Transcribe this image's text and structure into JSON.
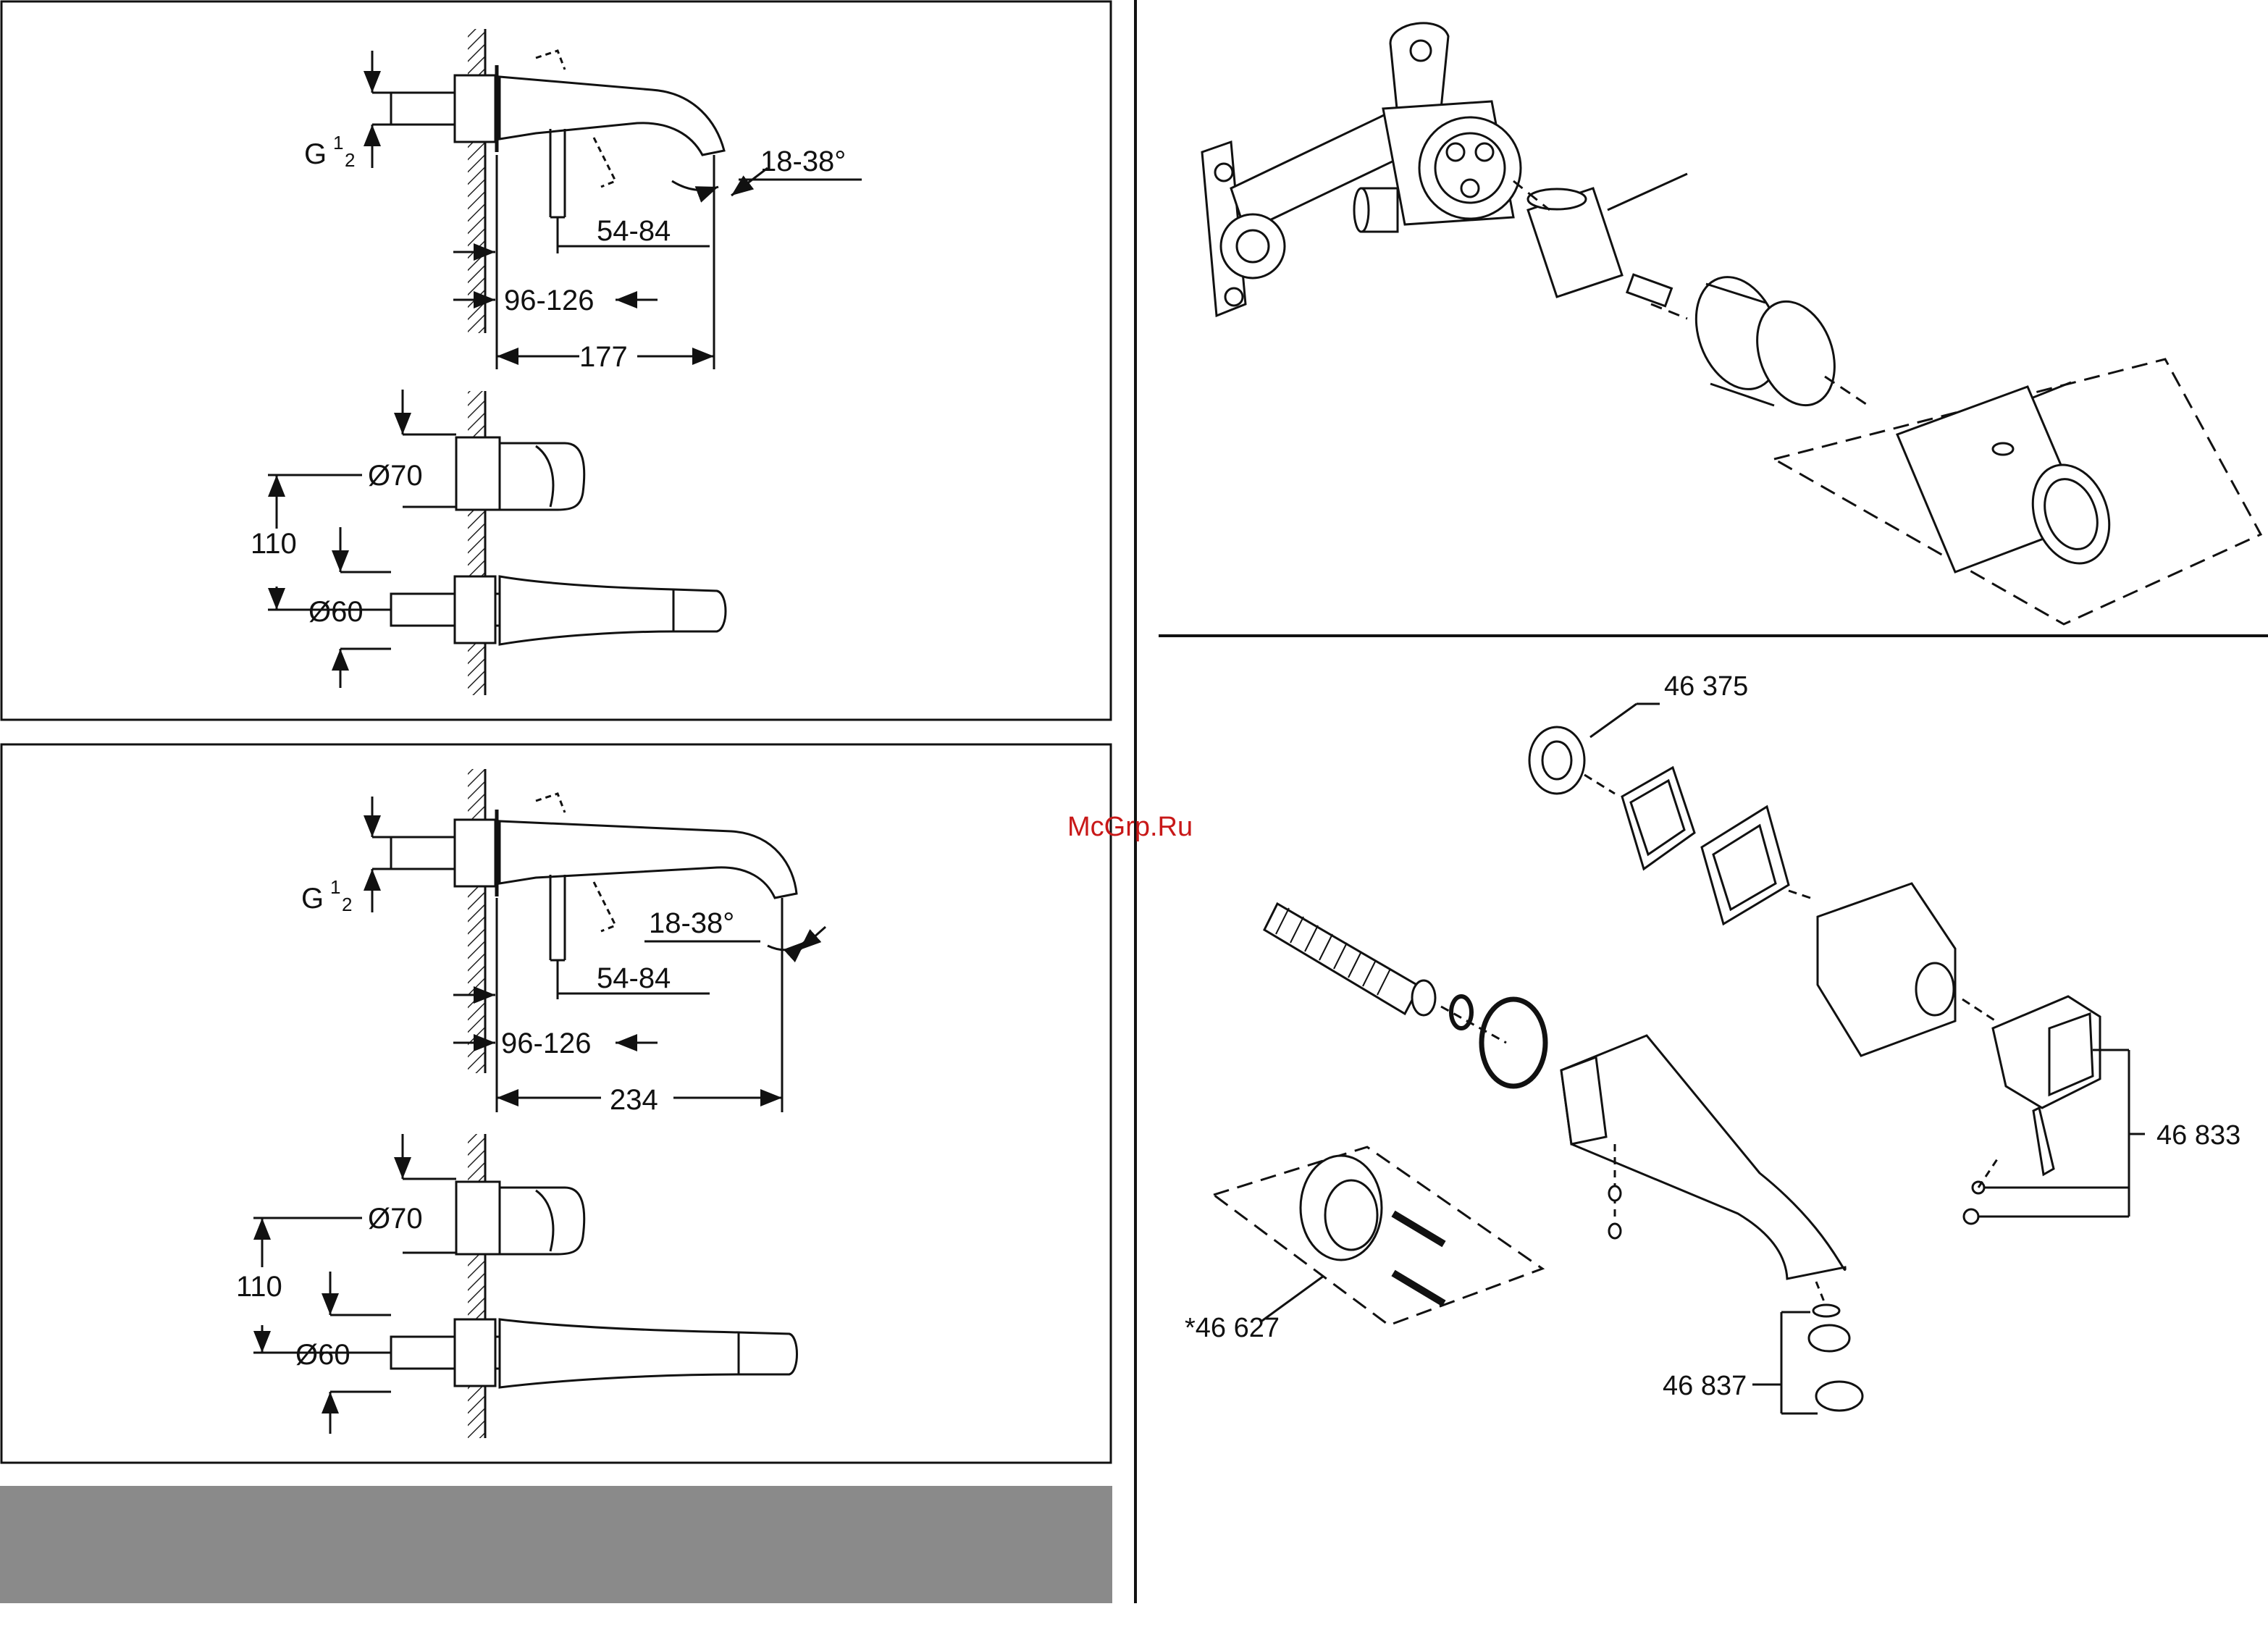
{
  "panel1": {
    "thread": {
      "g": "G",
      "num": "1",
      "den": "2"
    },
    "angle": "18-38°",
    "dim_54_84": "54-84",
    "dim_96_126": "96-126",
    "projection": "177",
    "diam_70": "Ø70",
    "center_dist": "110",
    "diam_60": "Ø60"
  },
  "panel2": {
    "thread": {
      "g": "G",
      "num": "1",
      "den": "2"
    },
    "angle": "18-38°",
    "dim_54_84": "54-84",
    "dim_96_126": "96-126",
    "projection": "234",
    "diam_70": "Ø70",
    "center_dist": "110",
    "diam_60": "Ø60"
  },
  "parts": {
    "cap": "46 375",
    "handle": "46 833",
    "flange_kit": "*46 627",
    "aerator": "46 837"
  },
  "watermark": "McGrp.Ru",
  "colors": {
    "footer_bar": "#8a8a8a",
    "watermark": "#c81818",
    "line": "#111111"
  }
}
